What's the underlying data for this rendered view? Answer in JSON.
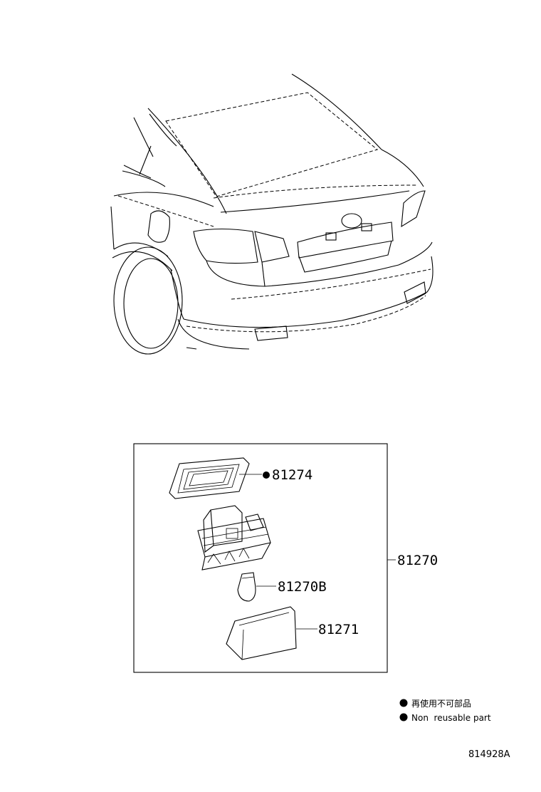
{
  "parts": {
    "gasket": {
      "number": "81274",
      "non_reusable": true
    },
    "lamp_assembly": {
      "number": "81270"
    },
    "bulb": {
      "number": "81270B"
    },
    "lens": {
      "number": "81271"
    }
  },
  "legend": {
    "symbol": "black-dot",
    "jp_text": "再使用不可部品",
    "en_text": "Non  reusable part"
  },
  "diagram_code": "814928A",
  "colors": {
    "line": "#000000",
    "background": "#ffffff"
  }
}
